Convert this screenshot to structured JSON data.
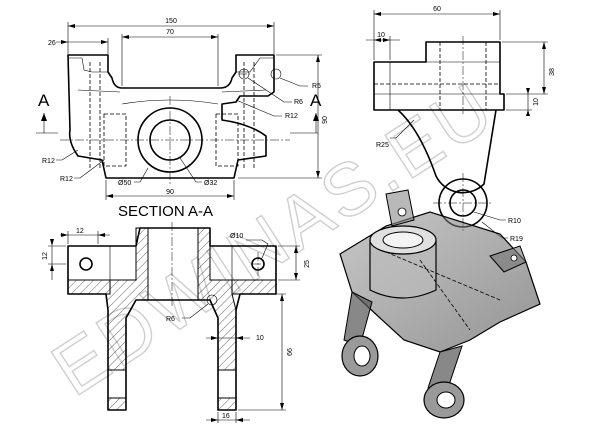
{
  "watermark": "EDWINAS.EU",
  "section_marker_left": "A",
  "section_marker_right": "A",
  "section_title": "SECTION A-A",
  "front_view": {
    "d_150": "150",
    "d_70": "70",
    "d_26": "26",
    "d_90_height": "90",
    "r5": "R5",
    "r6": "R6",
    "r12_right": "R12",
    "r12_left_a": "R12",
    "r12_left_b": "R12",
    "d50": "Ø50",
    "d32": "Ø32",
    "d_90_bottom": "90"
  },
  "side_view": {
    "d_60": "60",
    "d_10_top": "10",
    "d_38": "38",
    "d_10_right": "10",
    "r25": "R25",
    "r10": "R10",
    "r19": "R19"
  },
  "section_view": {
    "d_12_top": "12",
    "d_12_left": "12",
    "d10": "Ø10",
    "d_25": "25",
    "r6": "R6",
    "d_10": "10",
    "d_66": "66",
    "d_16": "16"
  }
}
